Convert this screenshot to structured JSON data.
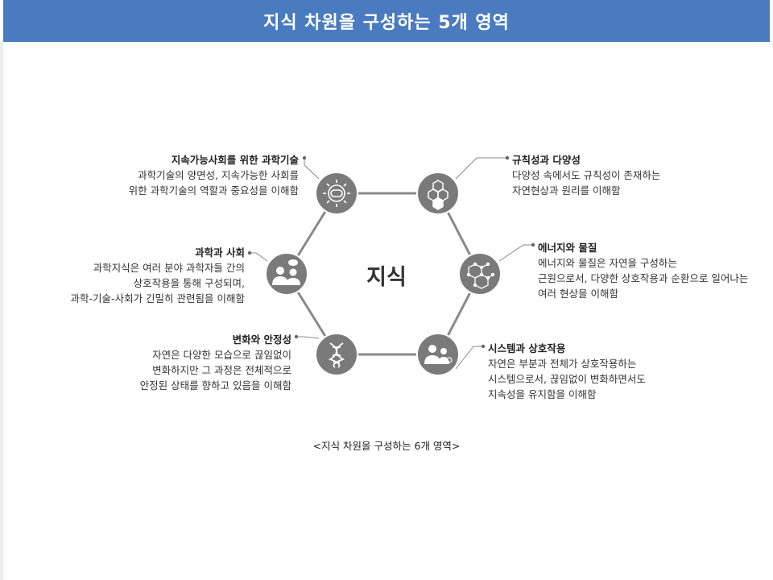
{
  "header": {
    "title": "지식 차원을 구성하는 5개  영역"
  },
  "center": {
    "label": "지식"
  },
  "caption": "<지식 차원을 구성하는 6개 영역>",
  "colors": {
    "header_bg": "#4a7bc0",
    "node_fill": "#7a7a7a",
    "hexagon_line": "#8a8a8a"
  },
  "nodes": [
    {
      "id": "sustainable",
      "icon": "eco-gear-icon",
      "title": "지속가능사회를 위한 과학기술",
      "lines": [
        "과학기술의 양면성, 지속가능한 사회를",
        "위한 과학기술의 역할과 중요성을 이해함"
      ]
    },
    {
      "id": "regularity",
      "icon": "hexagon-cluster-icon",
      "title": "규칙성과 다양성",
      "lines": [
        "다양성 속에서도 규칙성이 존재하는",
        "자연현상과 원리를 이해함"
      ]
    },
    {
      "id": "energy",
      "icon": "molecule-icon",
      "title": "에너지와 물질",
      "lines": [
        "에너지와 물질은 자연을 구성하는",
        "근원으로서, 다양한 상호작용과 순환으로 일어나는",
        "여러 현상을 이해함"
      ]
    },
    {
      "id": "systems",
      "icon": "people-network-icon",
      "title": "시스템과 상호작용",
      "lines": [
        "자연은 부분과 전체가 상호작용하는",
        "시스템으로서, 끊임없이 변화하면서도",
        "지속성을 유지함을 이해함"
      ]
    },
    {
      "id": "change",
      "icon": "dna-icon",
      "title": "변화와 안정성",
      "lines": [
        "자연은 다양한 모습으로 끊임없이",
        "변화하지만 그 과정은 전체적으로",
        "안정된 상태를 향하고 있음을 이해함"
      ]
    },
    {
      "id": "society",
      "icon": "people-discussion-icon",
      "title": "과학과 사회",
      "lines": [
        "과학지식은 여러 분야 과학자들 간의",
        "상호작용을 통해 구성되며,",
        "과학-기술-사회가 긴밀히 관련됨을 이해함"
      ]
    }
  ]
}
